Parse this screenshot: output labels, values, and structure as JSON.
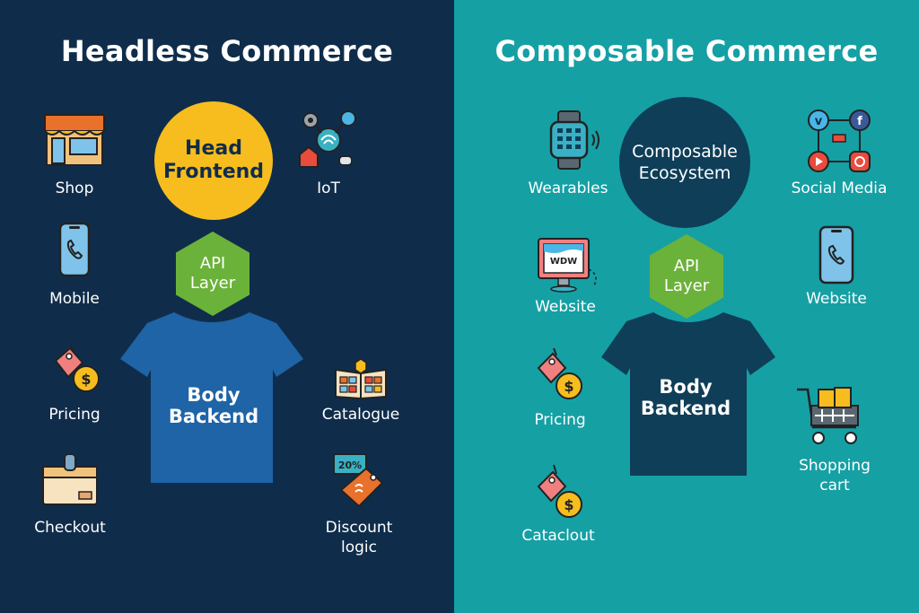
{
  "left": {
    "title": "Headless Commerce",
    "head": {
      "line1": "Head",
      "line2": "Frontend"
    },
    "api": {
      "line1": "API",
      "line2": "Layer"
    },
    "body": {
      "line1": "Body",
      "line2": "Backend"
    },
    "items": {
      "shop": "Shop",
      "iot": "IoT",
      "mobile": "Mobile",
      "pricing": "Pricing",
      "catalogue": "Catalogue",
      "checkout": "Checkout",
      "discount": "Discount\nlogic"
    }
  },
  "right": {
    "title": "Composable Commerce",
    "head": {
      "line1": "Composable",
      "line2": "Ecosystem"
    },
    "api": {
      "line1": "API",
      "line2": "Layer"
    },
    "body": {
      "line1": "Body",
      "line2": "Backend"
    },
    "items": {
      "wearables": "Wearables",
      "social": "Social Media",
      "website1": "Website",
      "website2": "Website",
      "pricing": "Pricing",
      "cart": "Shopping\ncart",
      "cataclout": "Cataclout"
    },
    "icon_text": {
      "wdw": "WDW"
    }
  },
  "colors": {
    "left_bg": "#0f2d4b",
    "right_bg": "#15a0a4",
    "head_yellow": "#f7bd1f",
    "api_green": "#6bb23a",
    "shirt_left": "#1e64a6",
    "shirt_right": "#0f3e58",
    "composable_circle": "#0f3e58"
  },
  "discount_tag": "20%"
}
